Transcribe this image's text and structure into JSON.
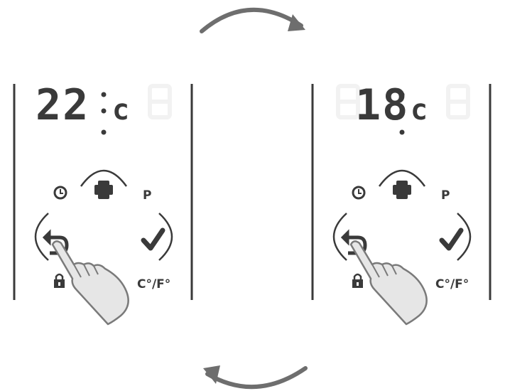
{
  "panels": [
    {
      "display_digits": "22",
      "unit_char": "c",
      "unit_label": "C°/F°",
      "program_label": "P",
      "highlight": "back-button",
      "highlight_color": "#7a7a7a"
    },
    {
      "display_digits": "18",
      "unit_char": "c",
      "unit_label": "C°/F°",
      "program_label": "P",
      "highlight": "back-button",
      "highlight_color": "#7a7a7a"
    }
  ],
  "arrows": {
    "top": "clockwise-right",
    "bottom": "counterclockwise-left",
    "color": "#6e6e6e"
  },
  "colors": {
    "line": "#3a3a3a",
    "ghost": "#f2f2f2",
    "hand_fill": "#e6e6e6"
  }
}
